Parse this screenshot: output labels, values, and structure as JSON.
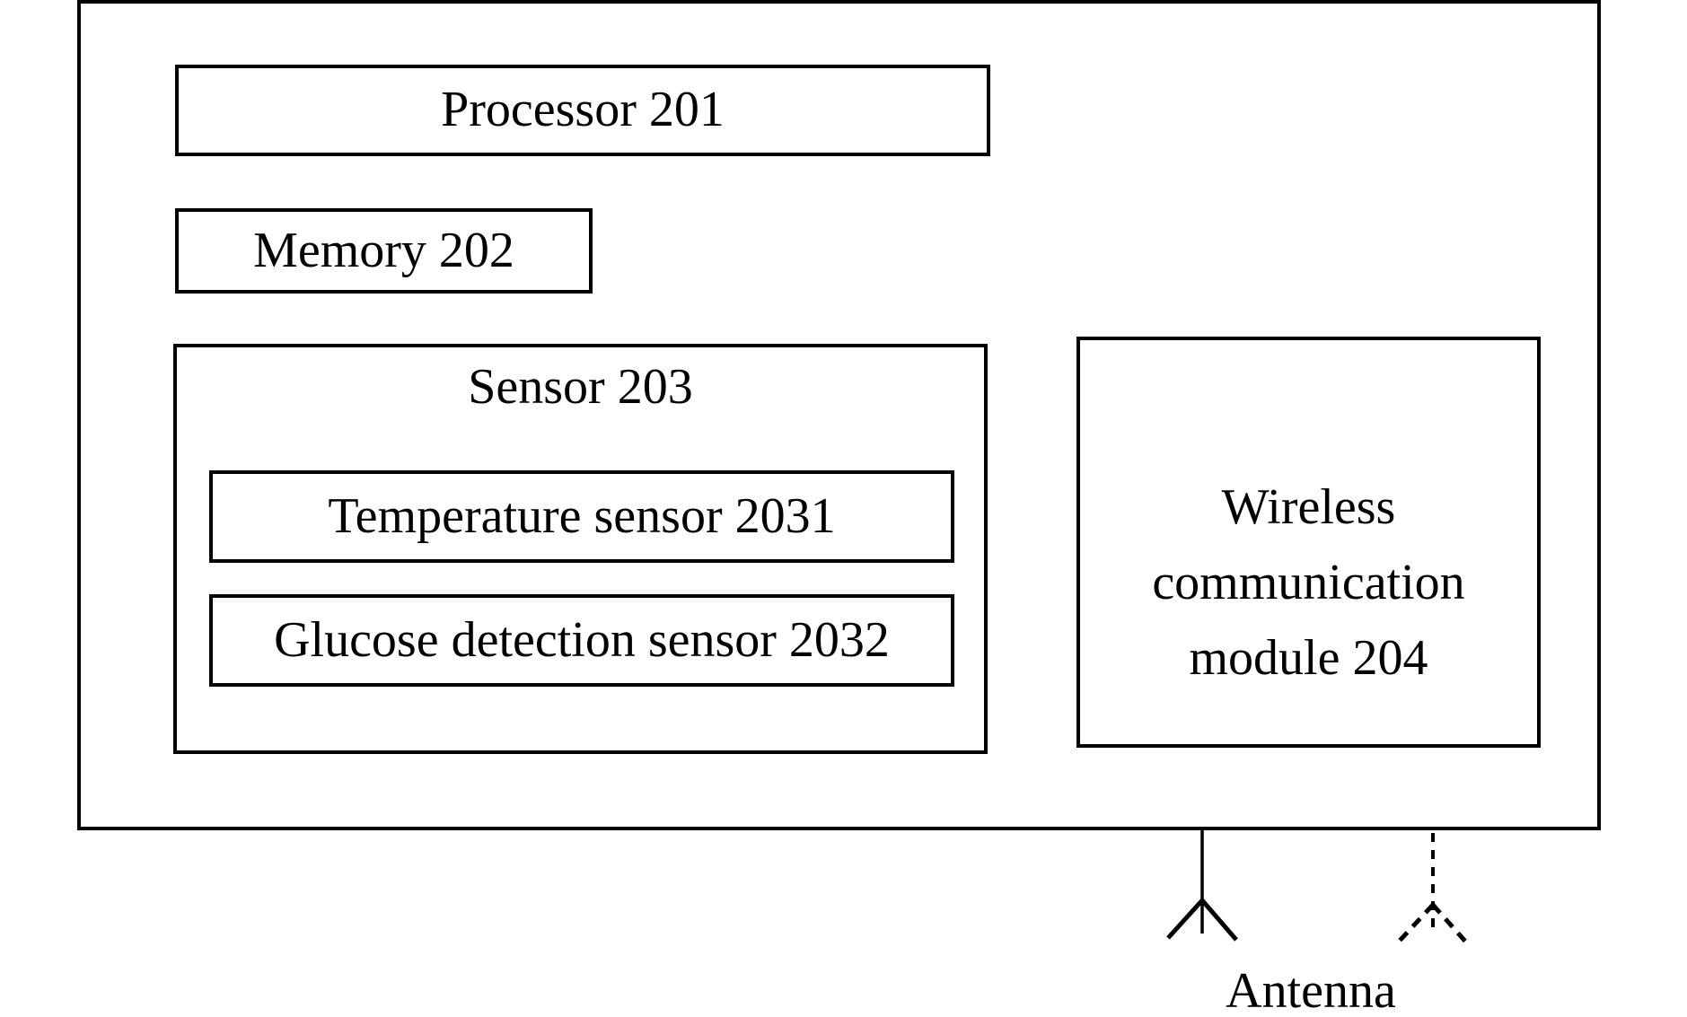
{
  "figure": {
    "boxes": {
      "processor": {
        "label": "Processor 201"
      },
      "memory": {
        "label": "Memory 202"
      },
      "sensor": {
        "label": "Sensor 203"
      },
      "temperature": {
        "label": "Temperature sensor 2031"
      },
      "glucose": {
        "label": "Glucose detection sensor 2032"
      },
      "wireless": {
        "lines": [
          "Wireless",
          "communication",
          "module 204"
        ]
      }
    },
    "antenna": {
      "label": "Antenna"
    },
    "colors": {
      "ink": "#000000",
      "paper": "#ffffff"
    }
  }
}
